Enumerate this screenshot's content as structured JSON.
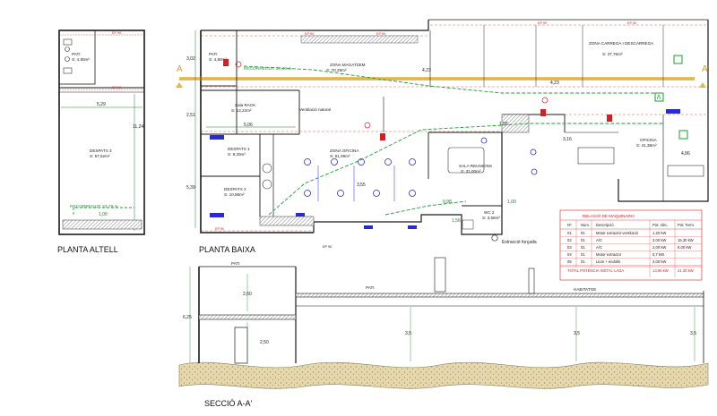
{
  "views": {
    "altell_title": "PLANTA ALTELL",
    "baixa_title": "PLANTA BAIXA",
    "seccio_title": "SECCIÓ A-A'"
  },
  "altell": {
    "pati_label": "PATI",
    "pati_area": "S: 4,80m²",
    "despatx_name": "DESPATX 3",
    "despatx_area": "S: 57,52m²",
    "recorregut": "RECORREGUT: 24,78 m",
    "dim_height": "11,24",
    "dim_width": "5,29",
    "dim_door": "1,00",
    "ep_top": "EP 90",
    "ep_mid": "EP 90"
  },
  "baixa": {
    "pati_label": "PATI",
    "pati_area": "S: 4,80m²",
    "magatzem_name": "ZONA MAGATZEM",
    "magatzem_area": "S: 70,29m²",
    "sala_rack_name": "Sala RACK",
    "sala_rack_area": "S: 13,22m²",
    "ventilacio": "Ventilació natural",
    "despatx1_name": "DESPATX 1",
    "despatx1_area": "S: 8,20m²",
    "despatx2_name": "DESPATX 2",
    "despatx2_area": "S: 10,88m²",
    "zona_oficina_name": "ZONA OFICINA",
    "zona_oficina_area": "S: 61,09m²",
    "sala_reunions_name": "SALA REUNIONS",
    "sala_reunions_area": "S: 31,00m²",
    "wc_name": "WC 2",
    "wc_area": "S: 3,56m²",
    "carrega_name": "ZONA CARREGA I DESCARREGA",
    "carrega_area": "S: 37,76m²",
    "oficina_name": "OFICINA",
    "oficina_area": "S: 41,38m²",
    "recorregut": "RECORREGUT: 24,40 m",
    "extraccio": "Extracció forçada",
    "section_mark_left": "A",
    "section_mark_right": "A'",
    "dims": {
      "d302": "3,02",
      "d251": "2,51",
      "d539": "5,39",
      "d506": "5,06",
      "d423a": "4,23",
      "d423b": "4,23",
      "d155": "1,55",
      "d316": "3,16",
      "d486": "4,86",
      "d355": "3,55",
      "d098": "0,98",
      "d100": "1,00",
      "d156": "1,56"
    },
    "ep_labels": [
      "EP 90",
      "EP 90",
      "EP 90",
      "EP 90",
      "EP 90",
      "EP 90"
    ]
  },
  "table": {
    "title": "RELACIÓ DE MAQUINARIA",
    "headers": [
      "Nº",
      "Num.",
      "Descripció",
      "Pot. elèc.",
      "Pot. Term."
    ],
    "rows": [
      [
        "01",
        "01",
        "Motor extractor-ventilació",
        "1,20 kW",
        ""
      ],
      [
        "02",
        "01",
        "A/C",
        "3,00 kW",
        "15,30 kW"
      ],
      [
        "03",
        "01",
        "A/C",
        "2,00 kW",
        "6,00 kW"
      ],
      [
        "04",
        "01",
        "Motor extractor",
        "0,7 kW",
        ""
      ],
      [
        "05",
        "01",
        "Llum + endolls",
        "3,00 kW",
        ""
      ]
    ],
    "total_label": "TOTAL POTÈNCIA INSTAL·LADA",
    "total_elec": "13,90 kW",
    "total_term": "21,30 kW"
  },
  "seccio": {
    "pati_left": "PATI",
    "pati_mid": "PATI",
    "habitatge": "HABITATGE",
    "h_total": "6,25",
    "h_upper": "2,60",
    "h_lower": "2,50",
    "h_mid1": "3,5",
    "h_mid2": "3,5",
    "h_right": "3,5"
  },
  "colors": {
    "line": "#1a1a1a",
    "grid": "#e03030",
    "route": "#18a030",
    "fixture": "#2a2ad0",
    "beam": "#e6b84a",
    "ground": "#d8c79a"
  }
}
